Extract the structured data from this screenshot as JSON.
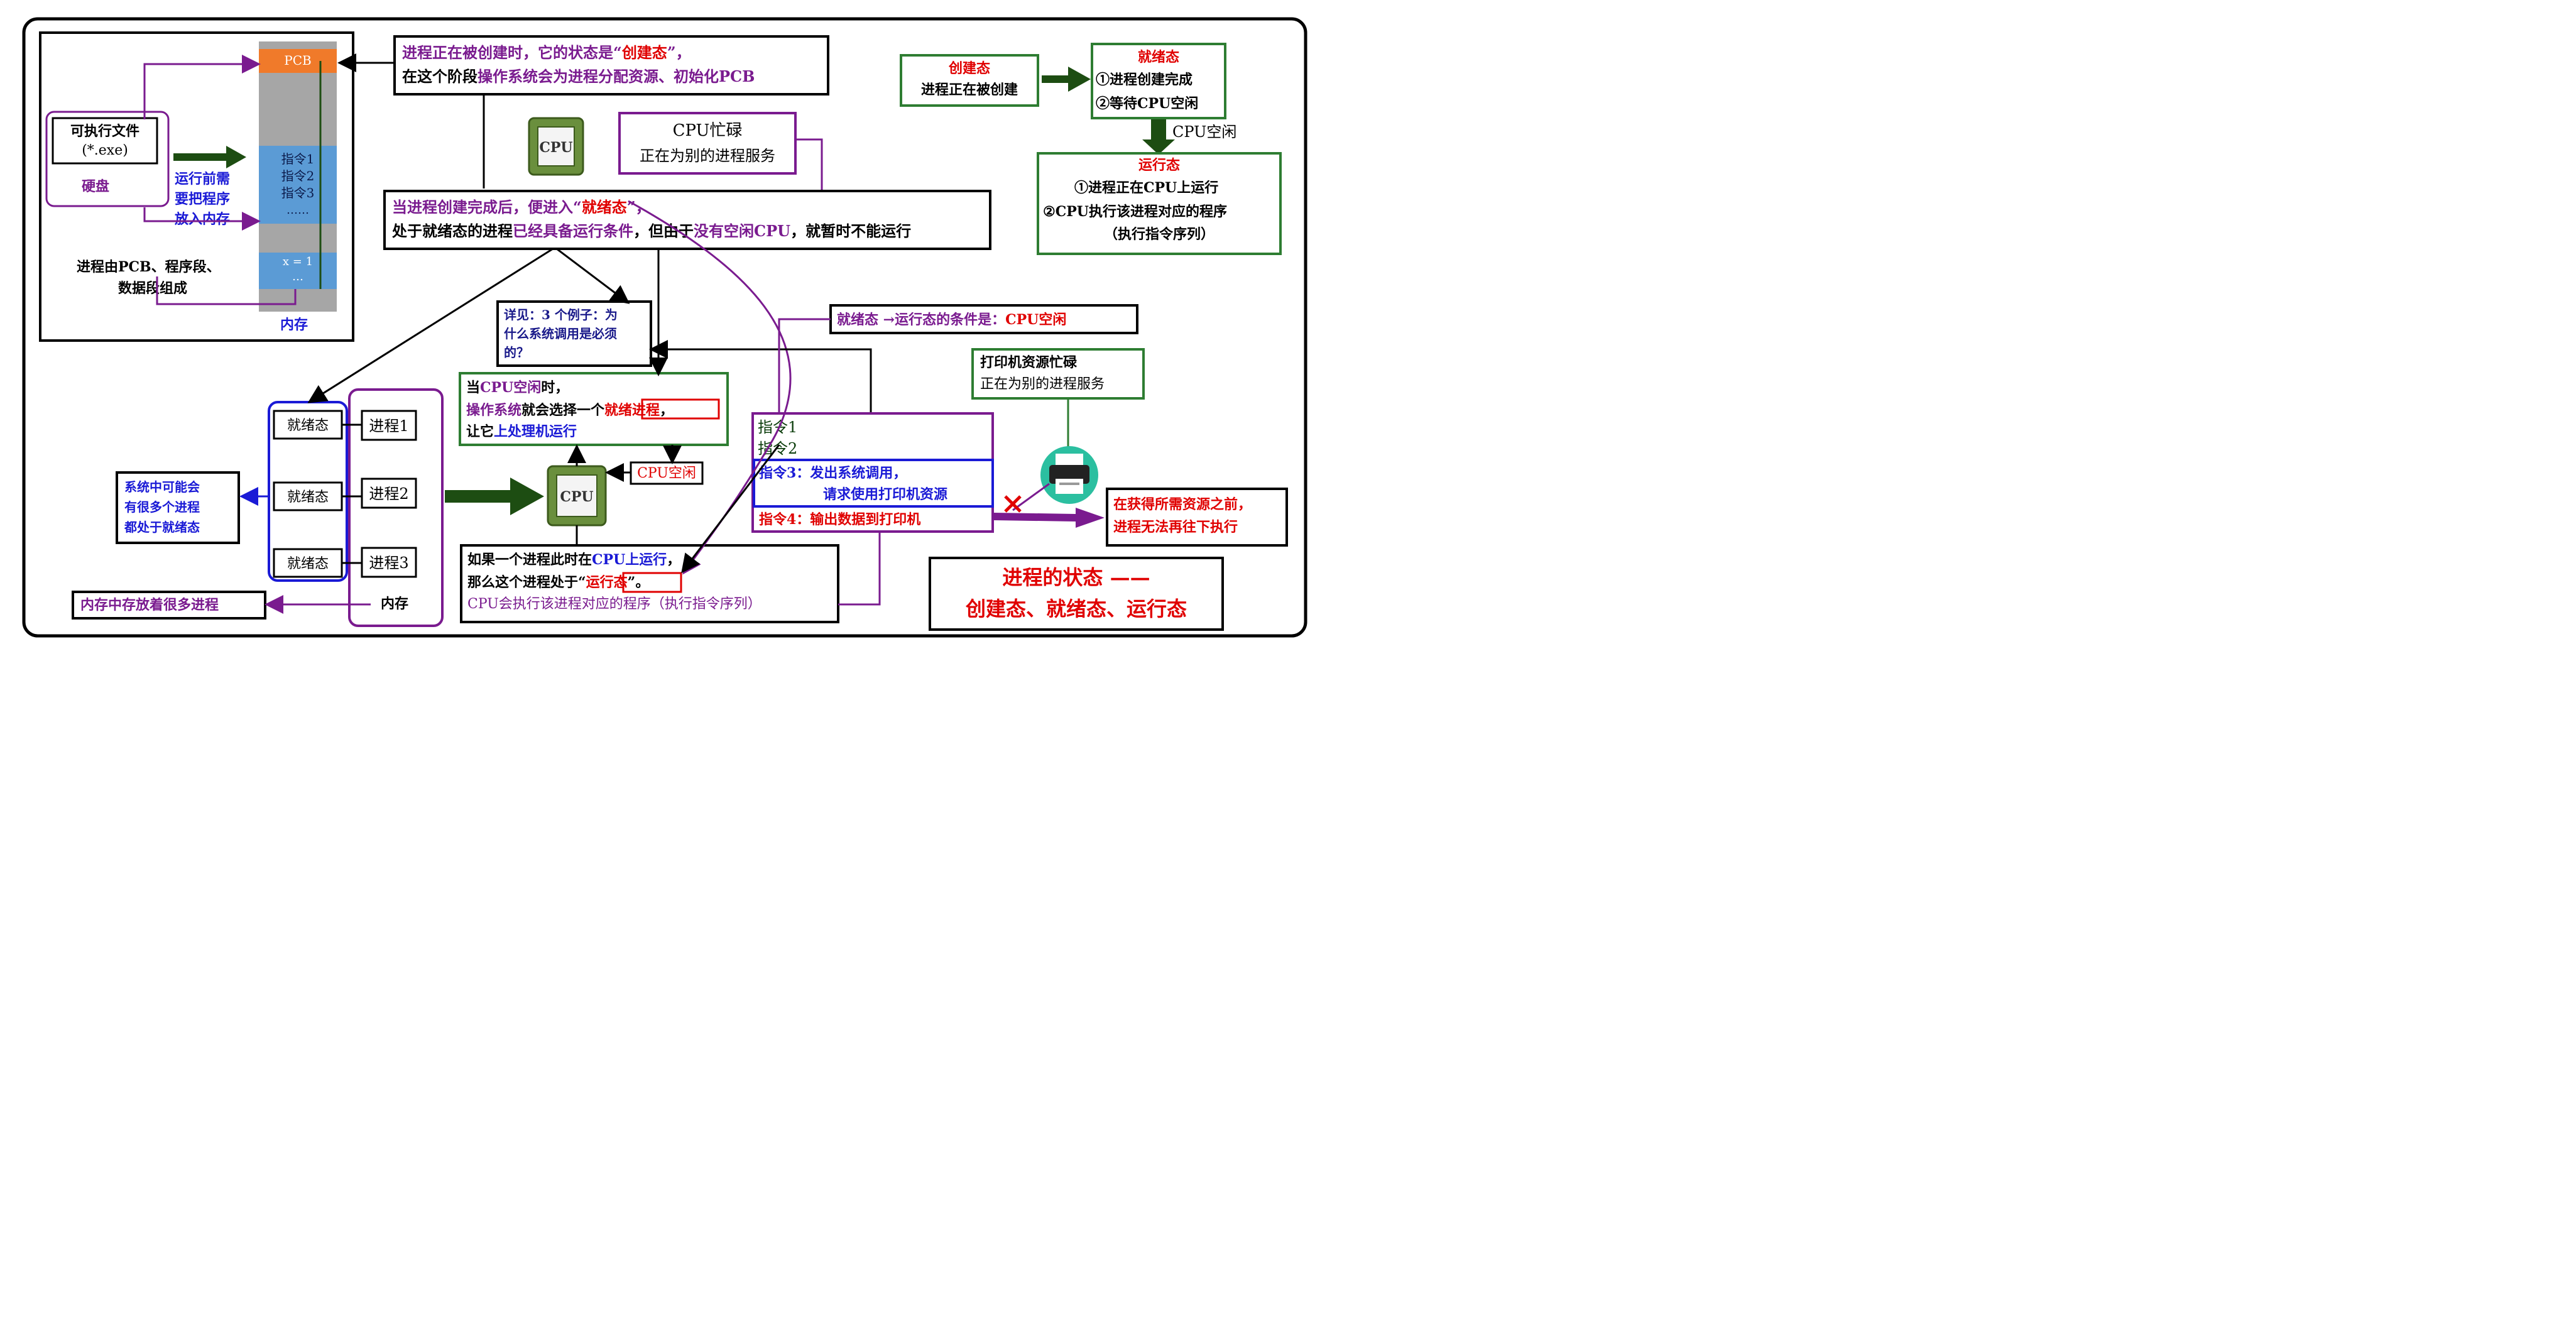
{
  "memory_panel": {
    "pcb": "PCB",
    "instructions": [
      "指令1",
      "指令2",
      "指令3",
      "……"
    ],
    "data_cell": "x = 1",
    "data_more": "…",
    "memory_label": "内存",
    "exe_line1": "可执行文件",
    "exe_line2": "(*.exe)",
    "disk_label": "硬盘",
    "load_note": [
      "运行前需",
      "要把程序",
      "放入内存"
    ],
    "composition_note": [
      "进程由PCB、程序段、",
      "数据段组成"
    ]
  },
  "creating_note": {
    "line1": [
      "进程正在被创建时，它的状态是“",
      "创建态",
      "”，"
    ],
    "line2": [
      "在这个阶段",
      "操作系统会为进程分配资源、初始化PCB"
    ]
  },
  "cpu_busy_top": {
    "chip": "CPU",
    "title": "CPU忙碌",
    "sub": "正在为别的进程服务"
  },
  "ready_note": {
    "line1": [
      "当进程创建完成后，便进入“",
      "就绪态",
      "”，"
    ],
    "line2": [
      "处于就绪态的进程",
      "已经具备运行条件",
      "，但由于",
      "没有空闲CPU",
      "，就暂时不能运行"
    ]
  },
  "syscall_note": [
    "详见：3 个例子：为",
    "什么系统调用是必须",
    "的？"
  ],
  "ready_to_run": {
    "text": "就绪态 →运行态的条件是：",
    "highlight": "CPU空闲"
  },
  "printer_busy": {
    "title": "打印机资源忙碌",
    "sub": "正在为别的进程服务"
  },
  "cpu_idle_note": {
    "line1": [
      "当",
      "CPU空闲",
      "时，"
    ],
    "line2": [
      "操作系统",
      "就会选择一个",
      "就绪进程",
      "，"
    ],
    "line3": [
      "让它",
      "上处理机运行"
    ]
  },
  "cpu_mid": {
    "chip": "CPU",
    "idle_tag": "CPU空闲"
  },
  "ready_queue": {
    "state_label": "就绪态",
    "processes": [
      "进程1",
      "进程2",
      "进程3"
    ],
    "memory_label": "内存"
  },
  "many_ready_note": [
    "系统中可能会",
    "有很多个进程",
    "都处于就绪态"
  ],
  "memory_many": "内存中存放着很多进程",
  "instr_panel": {
    "i1": "指令1",
    "i2": "指令2",
    "i3_line1": "指令3：发出系统调用，",
    "i3_line2": "请求使用打印机资源",
    "i4": "指令4：输出数据到打印机"
  },
  "blocked_note": [
    "在获得所需资源之前，",
    "进程无法再往下执行"
  ],
  "running_note": {
    "line1": [
      "如果一个进程此时在",
      "CPU上运行",
      "，"
    ],
    "line2": [
      "那么这个进程处于“",
      "运行态",
      "”。"
    ],
    "line3": "CPU会执行该进程对应的程序（执行指令序列）"
  },
  "title_box": {
    "line1": "进程的状态 ——",
    "line2": "创建态、就绪态、运行态"
  },
  "summary": {
    "create": {
      "title": "创建态",
      "desc": "进程正在被创建"
    },
    "ready": {
      "title": "就绪态",
      "items": [
        "①进程创建完成",
        "②等待CPU空闲"
      ]
    },
    "transition": "CPU空闲",
    "run": {
      "title": "运行态",
      "items": [
        "①进程正在CPU上运行",
        "②CPU执行该进程对应的程序",
        "（执行指令序列）"
      ]
    }
  },
  "colors": {
    "red": "#e00000",
    "purple": "#7a1b8f",
    "blue": "#1a1ad6",
    "green": "#2e7d32",
    "darkgreen": "#1d4d12",
    "orange": "#f07a2a",
    "memblue": "#5b9bd5",
    "gray": "#a6a6a6",
    "printer": "#2bbfa0"
  }
}
